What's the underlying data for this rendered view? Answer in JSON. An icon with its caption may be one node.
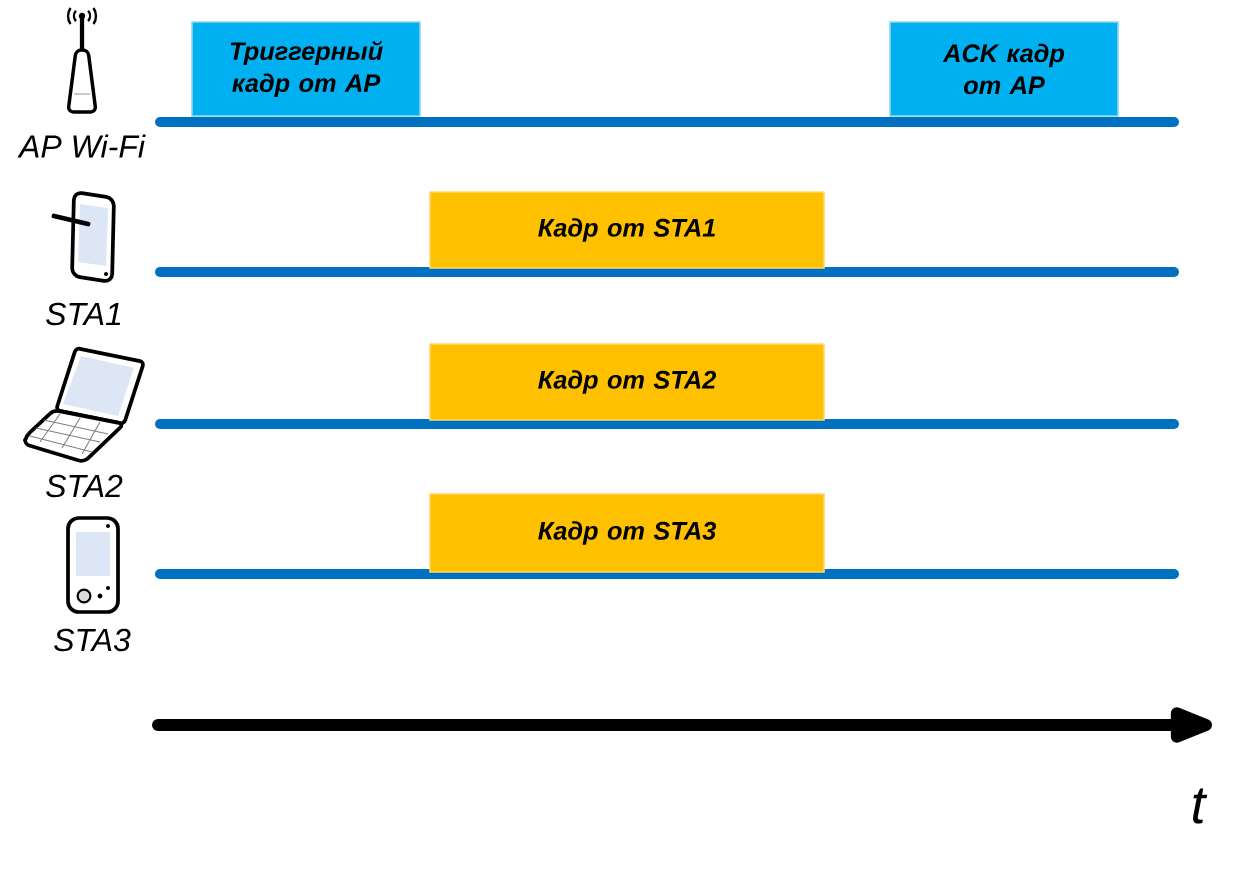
{
  "diagram": {
    "nodes": [
      {
        "text": [
          "Триггерный кадр от AP"
        ]
      },
      {
        "text": [
          "ACK кадр от AP"
        ]
      },
      {
        "text": [
          "Кадр от STA1"
        ]
      },
      {
        "text": [
          "Кадр от STA2"
        ]
      },
      {
        "text": [
          "Кадр от STA3"
        ]
      }
    ],
    "labels": [
      "AP Wi-Fi",
      "STA1",
      "STA2",
      "STA3",
      "t"
    ]
  }
}
